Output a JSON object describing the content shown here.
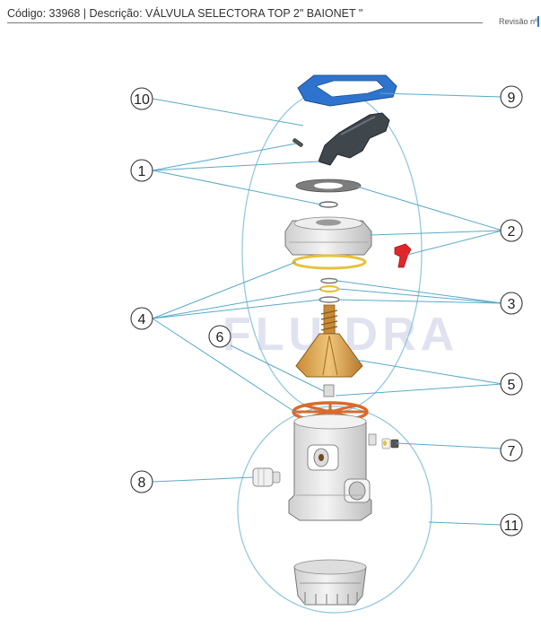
{
  "header": {
    "text": "Código: 33968 | Descrição: VÁLVULA SELECTORA TOP 2\" BAIONET \"",
    "revision_label": "Revisão nº:"
  },
  "watermark": {
    "text": "FLUIDRA"
  },
  "callouts": [
    {
      "id": "1",
      "label": "1"
    },
    {
      "id": "2",
      "label": "2"
    },
    {
      "id": "3",
      "label": "3"
    },
    {
      "id": "4",
      "label": "4"
    },
    {
      "id": "5",
      "label": "5"
    },
    {
      "id": "6",
      "label": "6"
    },
    {
      "id": "7",
      "label": "7"
    },
    {
      "id": "8",
      "label": "8"
    },
    {
      "id": "9",
      "label": "9"
    },
    {
      "id": "10",
      "label": "10"
    },
    {
      "id": "11",
      "label": "11"
    }
  ],
  "colors": {
    "leader": "#5aaac8",
    "grouping_ellipse": "#8cc6de",
    "blue_ring": "#2e74cf",
    "handle": "#3f464c",
    "red_clip": "#e0262a",
    "yellow_oring": "#e5c23a",
    "diffuser_tan": "#d9a450",
    "rotor_orange": "#d86b2c",
    "body_grey": "#e9e9e9",
    "part_outline": "#777777",
    "accent_brown": "#6e4a1e"
  }
}
